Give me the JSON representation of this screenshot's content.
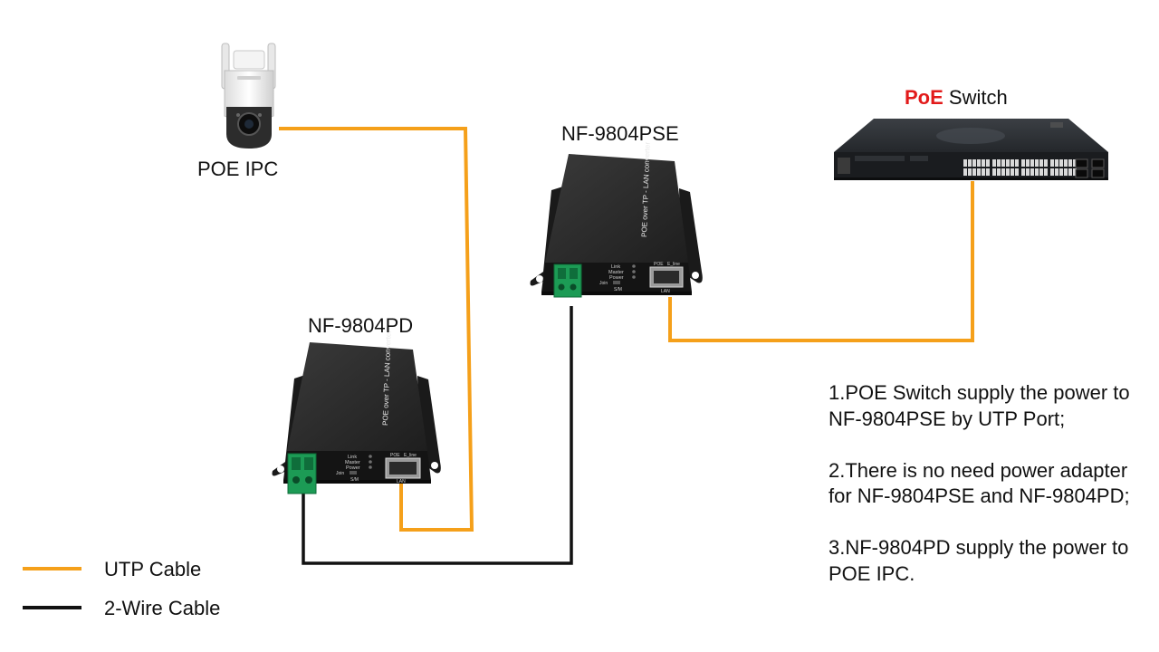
{
  "devices": {
    "camera_label": "POE IPC",
    "pse_label": "NF-9804PSE",
    "pd_label": "NF-9804PD",
    "switch_label_prefix": "PoE",
    "switch_label_suffix": " Switch"
  },
  "converter_text": {
    "top_text": "POE over TP - LAN converter",
    "led_labels": [
      "Link",
      "Master",
      "Power"
    ],
    "join_label": "Join",
    "sm_label": "S/M",
    "port_label_poe": "POE",
    "port_label_eline": "E_line",
    "lan_label": "LAN"
  },
  "legend": [
    {
      "name": "UTP Cable",
      "color": "#f5a01a"
    },
    {
      "name": "2-Wire Cable",
      "color": "#111111"
    }
  ],
  "notes": [
    "1.POE Switch supply the power to NF-9804PSE by UTP Port;",
    "2.There is no need power adapter for NF-9804PSE and NF-9804PD;",
    "3.NF-9804PD supply the power to POE IPC."
  ],
  "colors": {
    "utp": "#f5a01a",
    "two_wire": "#111111",
    "poe_text": "#e21a1a"
  }
}
